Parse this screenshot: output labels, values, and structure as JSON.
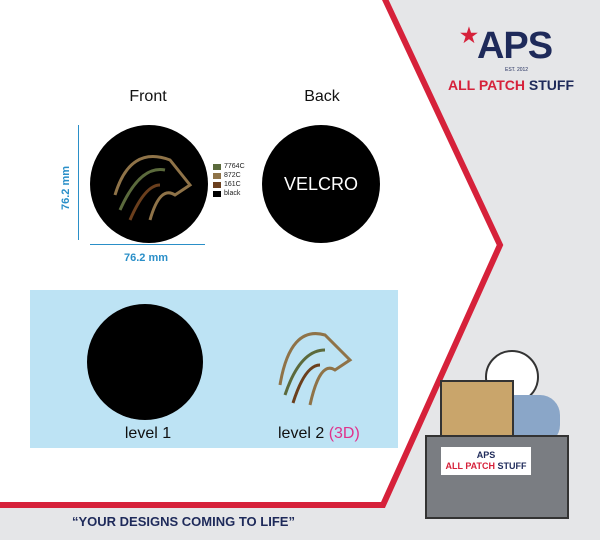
{
  "brand": {
    "logo": "APS",
    "est": "EST. 2012",
    "name_part1": "ALL PATCH",
    "name_part2": "STUFF",
    "red": "#d6213a",
    "navy": "#1e2a5a"
  },
  "front": {
    "title": "Front",
    "height": "76.2 mm",
    "width": "76.2 mm"
  },
  "back": {
    "title": "Back",
    "text": "VELCRO"
  },
  "colors": [
    {
      "name": "7764C",
      "hex": "#5b6a3c"
    },
    {
      "name": "872C",
      "hex": "#8f7348"
    },
    {
      "name": "161C",
      "hex": "#6b3f1d"
    },
    {
      "name": "black",
      "hex": "#000000"
    }
  ],
  "levels": {
    "level1": "level 1",
    "level2": "level 2",
    "level2_tag": "(3D)",
    "tag_color": "#e0328c"
  },
  "footer": "“YOUR DESIGNS COMING TO LIFE”"
}
